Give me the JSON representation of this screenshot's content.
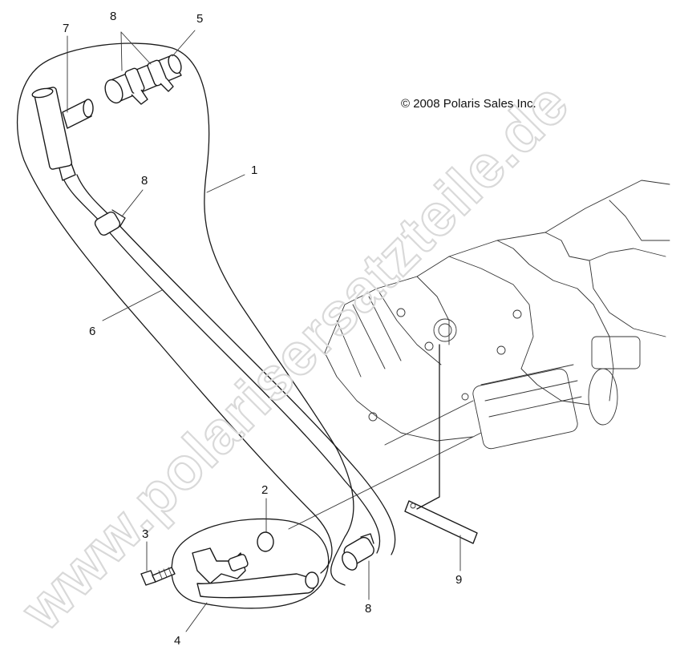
{
  "copyright": "© 2008 Polaris Sales Inc.",
  "watermark": "www.polarisersatzteile.de",
  "callouts": [
    {
      "id": "c1",
      "text": "1"
    },
    {
      "id": "c2",
      "text": "2"
    },
    {
      "id": "c3",
      "text": "3"
    },
    {
      "id": "c4",
      "text": "4"
    },
    {
      "id": "c5",
      "text": "5"
    },
    {
      "id": "c6",
      "text": "6"
    },
    {
      "id": "c7",
      "text": "7"
    },
    {
      "id": "c8a",
      "text": "8"
    },
    {
      "id": "c8b",
      "text": "8"
    },
    {
      "id": "c8c",
      "text": "8"
    },
    {
      "id": "c9",
      "text": "9"
    }
  ],
  "colors": {
    "line": "#1a1a1a",
    "watermark": "#d9d9d9",
    "background": "#ffffff"
  }
}
